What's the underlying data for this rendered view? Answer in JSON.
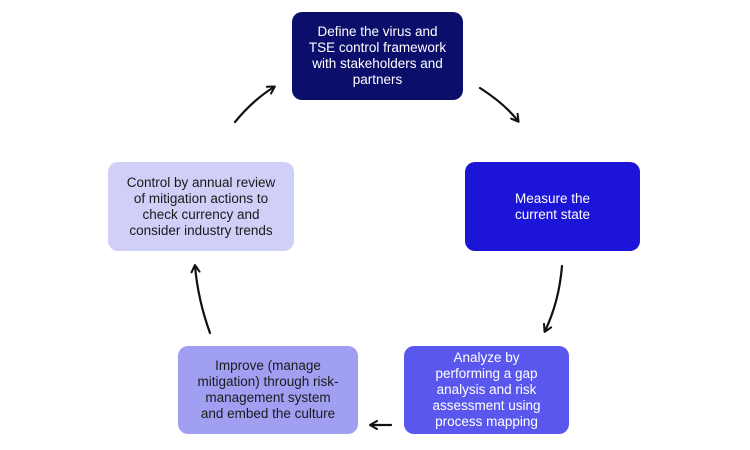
{
  "diagram": {
    "type": "cycle",
    "nodes": [
      {
        "id": "define",
        "lines": [
          "Define the virus and",
          "TSE control framework",
          "with stakeholders and",
          "partners"
        ],
        "color": "#0b0f6b"
      },
      {
        "id": "measure",
        "lines": [
          "Measure the",
          "current state"
        ],
        "color": "#1c14d6"
      },
      {
        "id": "analyze",
        "lines": [
          "Analyze by",
          "performing a gap",
          "analysis and risk",
          "assessment using",
          "process mapping"
        ],
        "color": "#5a57ee"
      },
      {
        "id": "improve",
        "lines": [
          "Improve (manage",
          "mitigation) through risk-",
          "management system",
          "and embed the culture"
        ],
        "color": "#a19ff2"
      },
      {
        "id": "control",
        "lines": [
          "Control by annual review",
          "of mitigation actions to",
          "check currency and",
          "consider industry trends"
        ],
        "color": "#cfcff7"
      }
    ],
    "edges": [
      {
        "from": "define",
        "to": "measure"
      },
      {
        "from": "measure",
        "to": "analyze"
      },
      {
        "from": "analyze",
        "to": "improve"
      },
      {
        "from": "improve",
        "to": "control"
      },
      {
        "from": "control",
        "to": "define"
      }
    ],
    "arrow_color": "#111111"
  }
}
